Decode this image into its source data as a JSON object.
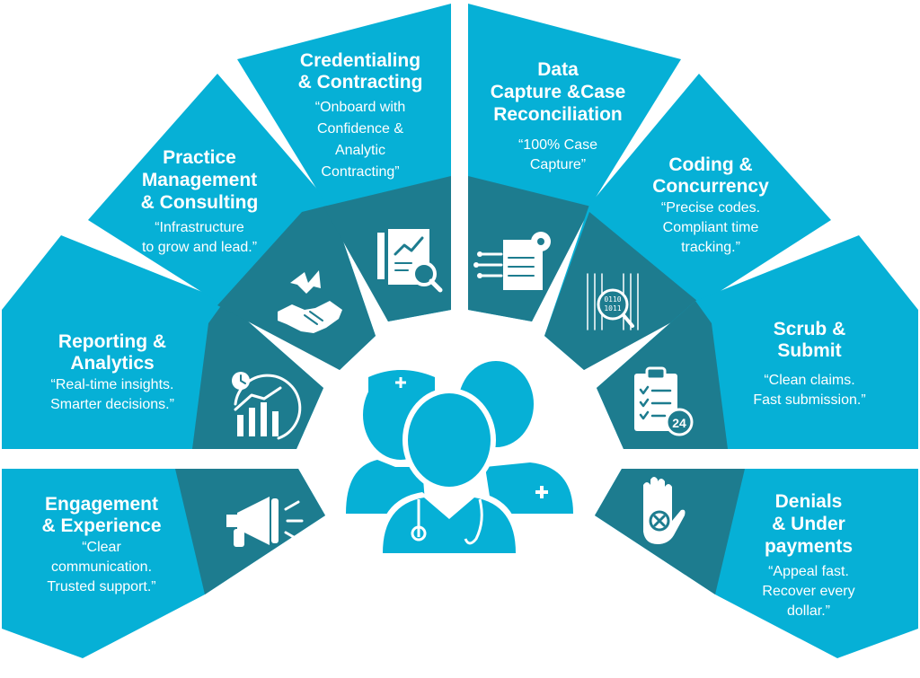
{
  "colors": {
    "light_blue": "#06b0d6",
    "dark_blue": "#1d7c8f",
    "icon": "#ffffff",
    "center_group": "#06b0d6"
  },
  "center": {
    "icon": "medical-team-icon"
  },
  "segments": [
    {
      "id": "engagement",
      "title_lines": [
        "Engagement",
        "& Experience"
      ],
      "quote_lines": [
        "“Clear",
        "communication.",
        "Trusted support.”"
      ],
      "icon": "megaphone-icon"
    },
    {
      "id": "reporting",
      "title_lines": [
        "Reporting &",
        "Analytics"
      ],
      "quote_lines": [
        "“Real-time insights.",
        "Smarter decisions.”"
      ],
      "icon": "analytics-chart-icon"
    },
    {
      "id": "practice",
      "title_lines": [
        "Practice",
        "Management",
        "& Consulting"
      ],
      "quote_lines": [
        "“Infrastructure",
        "to grow and lead.”"
      ],
      "icon": "handshake-icon"
    },
    {
      "id": "credentialing",
      "title_lines": [
        "Credentialing",
        "& Contracting"
      ],
      "quote_lines": [
        "“Onboard with",
        "Confidence &",
        "Analytic",
        "Contracting”"
      ],
      "icon": "document-analysis-icon"
    },
    {
      "id": "data-capture",
      "title_lines": [
        "Data",
        "Capture &Case",
        "Reconciliation"
      ],
      "quote_lines": [
        "“100% Case",
        "Capture”"
      ],
      "icon": "data-document-gear-icon"
    },
    {
      "id": "coding",
      "title_lines": [
        "Coding &",
        "Concurrency"
      ],
      "quote_lines": [
        "“Precise codes.",
        "Compliant time",
        "tracking.”"
      ],
      "icon": "binary-code-icon"
    },
    {
      "id": "scrub",
      "title_lines": [
        "Scrub &",
        "Submit"
      ],
      "quote_lines": [
        "“Clean claims.",
        "Fast submission.”"
      ],
      "icon": "clipboard-24-icon",
      "icon_badge": "24"
    },
    {
      "id": "denials",
      "title_lines": [
        "Denials",
        "& Under",
        "payments"
      ],
      "quote_lines": [
        "“Appeal fast.",
        "Recover every",
        "dollar.”"
      ],
      "icon": "stop-hand-icon"
    }
  ]
}
